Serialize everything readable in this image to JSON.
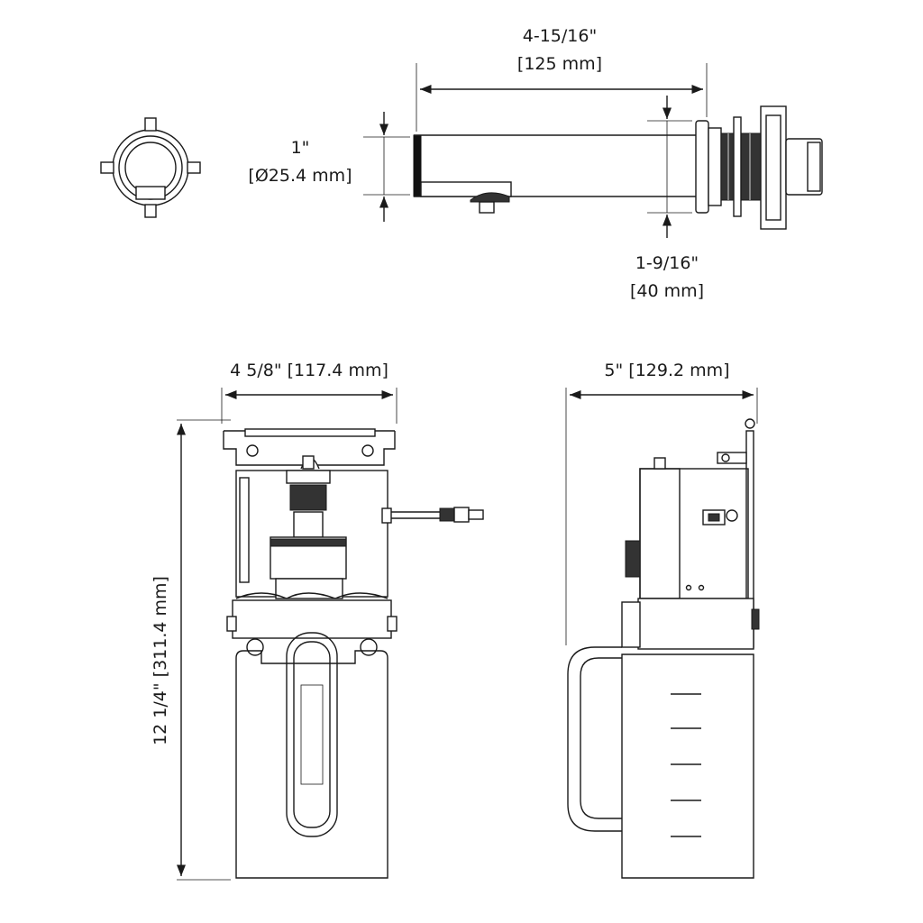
{
  "dimensions": {
    "spout_length": {
      "imperial": "4-15/16\"",
      "metric": "[125 mm]"
    },
    "spout_diameter": {
      "imperial": "1\"",
      "metric": "[Ø25.4 mm]"
    },
    "spout_height": {
      "imperial": "1-9/16\"",
      "metric": "[40 mm]"
    },
    "unit_width": "4 5/8\" [117.4 mm]",
    "unit_depth": "5\" [129.2  mm]",
    "unit_height": "12 1/4\" [311.4 mm]"
  },
  "colors": {
    "line": "#1a1a1a",
    "background": "#ffffff"
  }
}
